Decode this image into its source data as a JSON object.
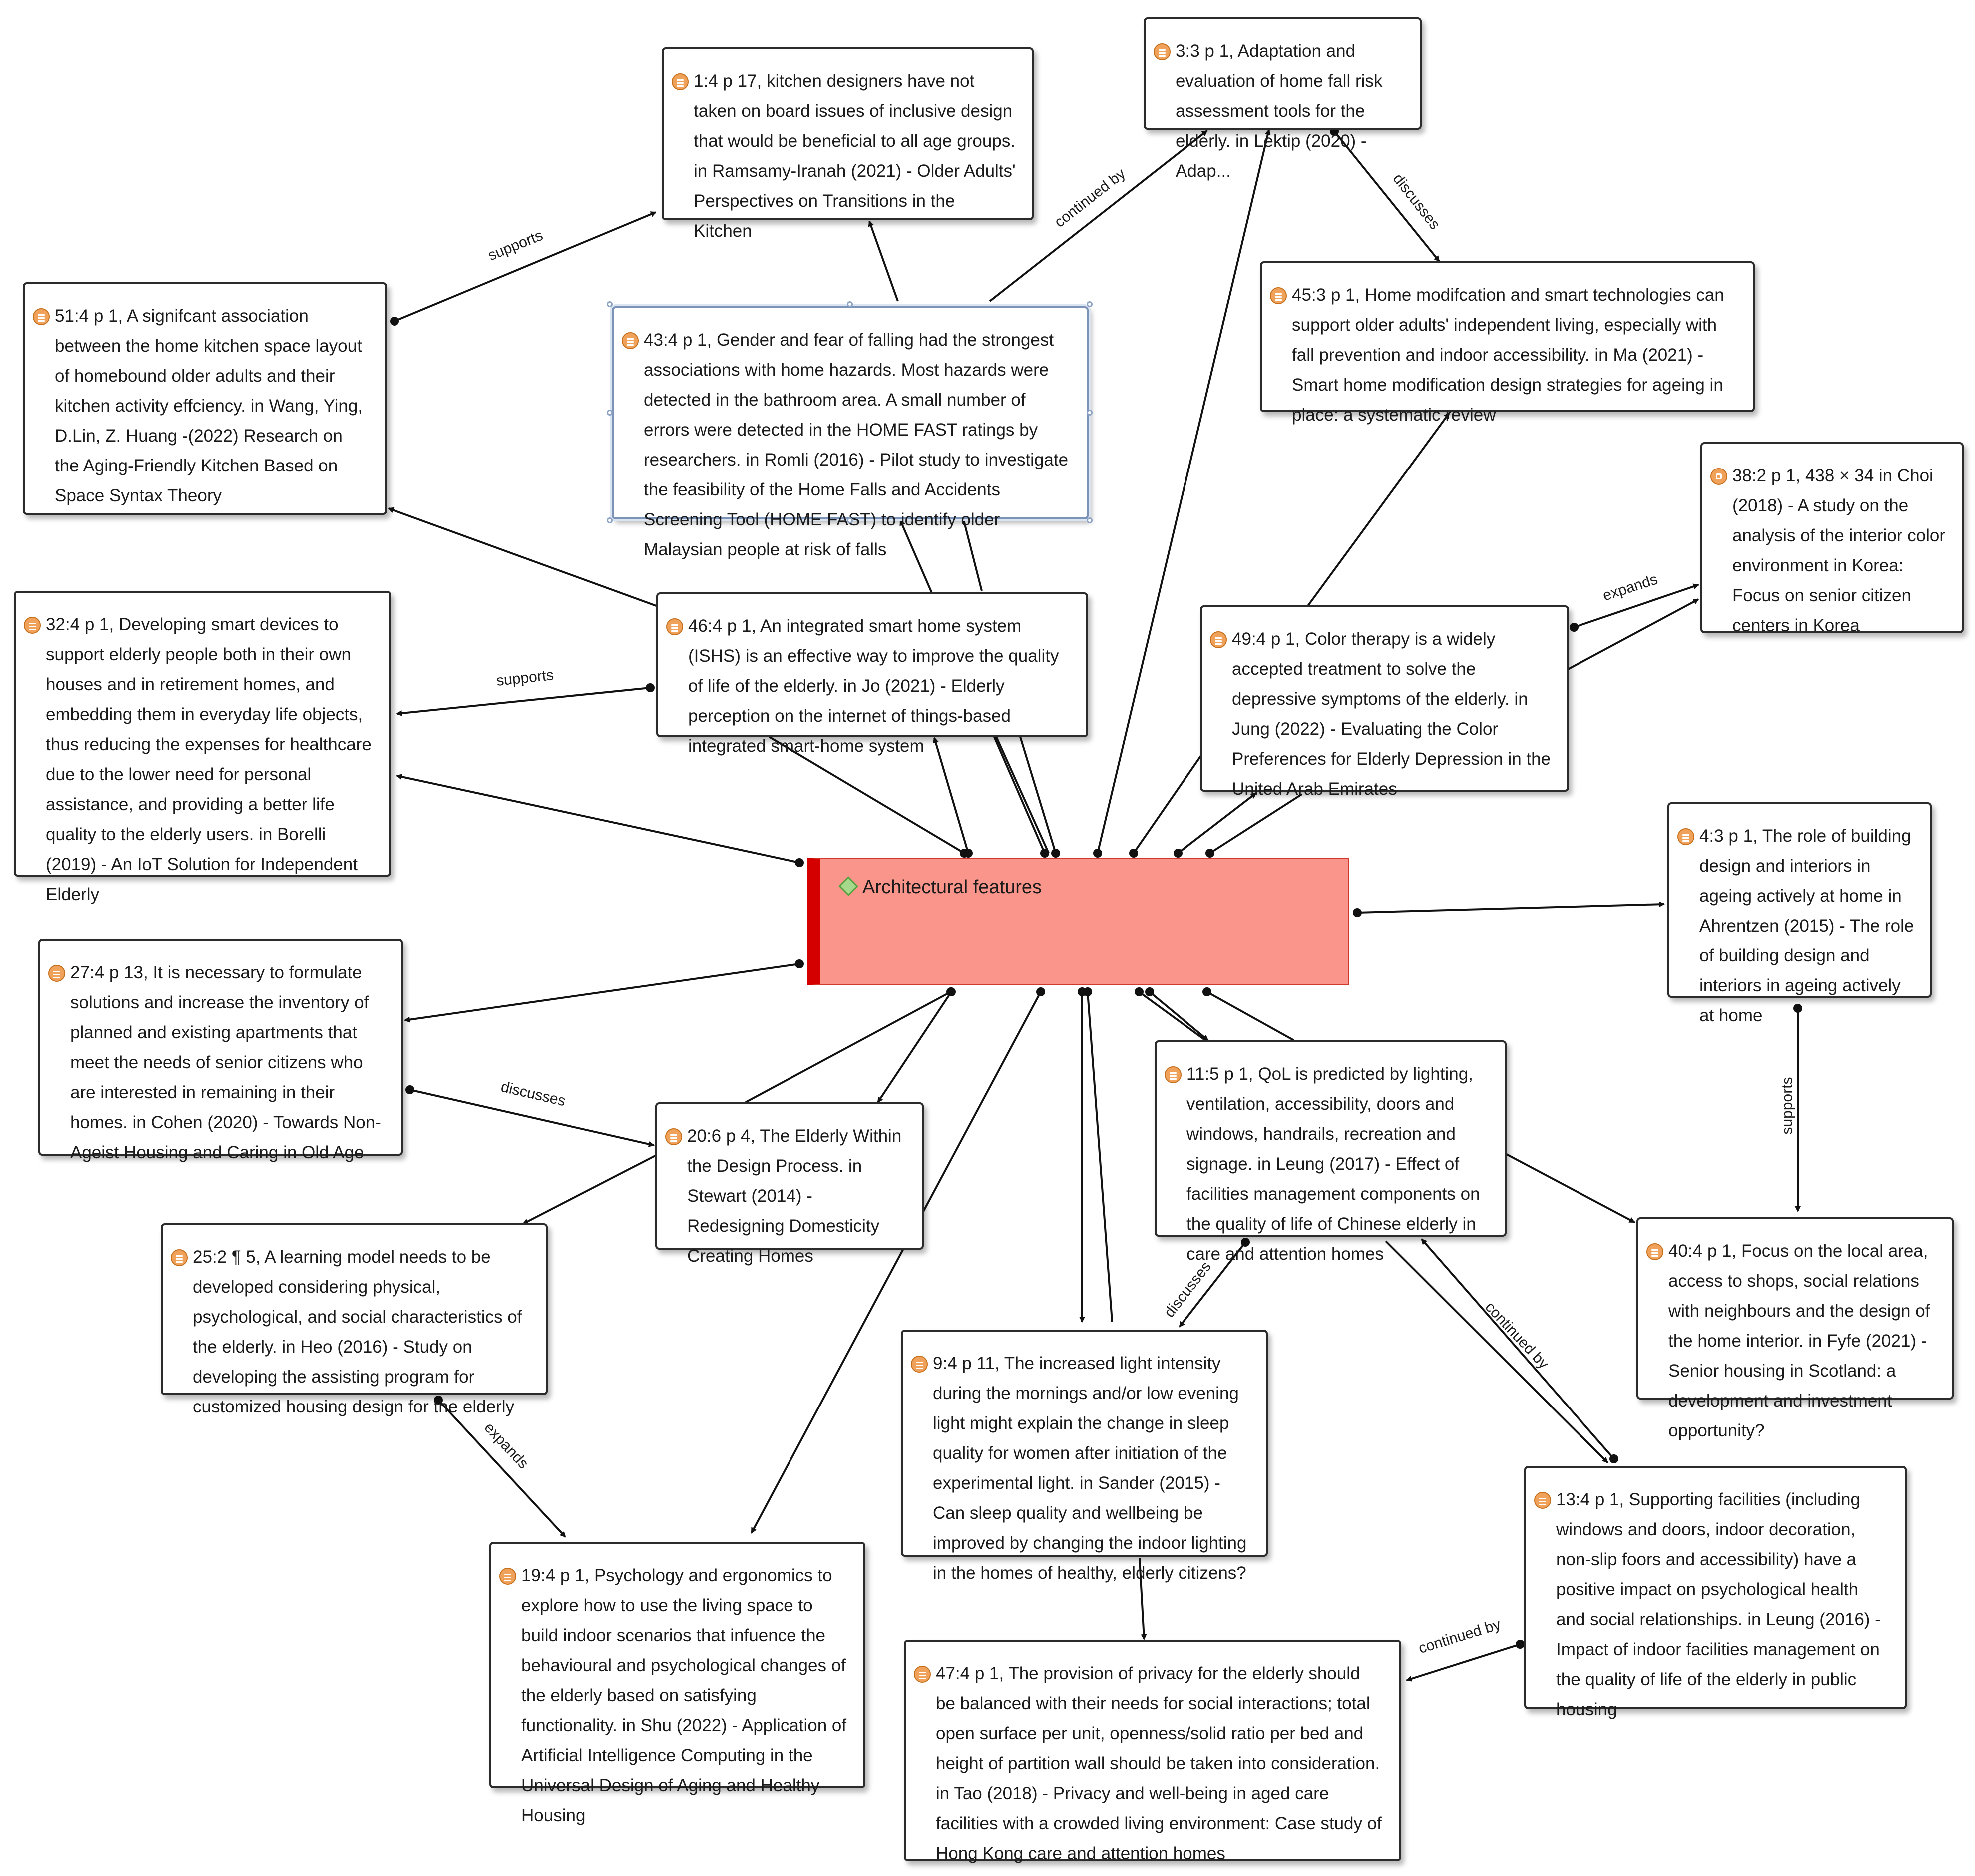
{
  "central": {
    "label": "Architectural features"
  },
  "nodes": {
    "n1_4": "1:4 p 17, kitchen designers have  not taken on board issues of inclusive design that would be beneficial to all  age groups. in Ramsamy-Iranah (2021) - Older Adults' Perspectives on Transitions in the Kitchen",
    "n3_3": "3:3 p 1, Adaptation and evaluation of home fall risk assessment tools for the elderly. in Lektip (2020) - Adap...",
    "n51_4": "51:4 p 1, A signifcant association between the home kitchen space layout of homebound older adults and their kitchen activity effciency. in Wang, Ying, D.Lin, Z. Huang -(2022) Research on the Aging-Friendly Kitchen Based on Space Syntax Theory",
    "n43_4": "43:4 p 1, Gender and fear of falling had the strongest associations with home hazards. Most hazards were  detected in the bathroom area. A small number of errors  were detected in the HOME FAST ratings by researchers. in Romli (2016) - Pilot study to investigate the feasibility of the Home Falls and Accidents Screening Tool (HOME FAST) to identify older Malaysian people at risk of falls",
    "n45_3": "45:3 p 1, Home modifcation and smart technologies can support older adults' independent living, especially with fall prevention and indoor accessibility. in Ma (2021) - Smart home modification design strategies for ageing in place: a systematic review",
    "n38_2": "38:2 p 1, 438 × 34 in Choi (2018) - A study on the analysis of the interior color environment in Korea: Focus on senior citizen centers in Korea",
    "n32_4": "32:4 p 1, Developing smart devices to support elderly people both in their own houses  and in retirement homes, and embedding them in everyday life objects, thus reducing the expenses for healthcare due to the lower need for personal assistance, and providing a better life quality to the elderly users. in Borelli (2019) - An IoT Solution for Independent Elderly",
    "n46_4": "46:4 p 1, An integrated smart home system (ISHS) is an effective way to improve the quality  of life of the elderly. in Jo (2021) - Elderly perception on the internet of things-based integrated smart-home system",
    "n49_4": "49:4 p 1, Color therapy is a widely accepted treatment to solve the depressive symptoms of the elderly. in Jung (2022) - Evaluating the Color Preferences for Elderly Depression in the United Arab Emirates",
    "n4_3": "4:3 p 1, The role of building design and interiors in ageing  actively at home in Ahrentzen (2015) - The role of building design and interiors in ageing actively at home",
    "n27_4": "27:4 p 13, It is necessary to formulate solutions and increase the inventory of planned and existing apartments that meet the needs of senior citizens who are interested in remaining in their homes. in Cohen (2020) - Towards Non-Ageist Housing and Caring in Old Age",
    "n20_6": "20:6 p 4, The Elderly Within the Design Process. in Stewart (2014) - Redesigning Domesticity Creating Homes",
    "n11_5": "11:5 p 1, QoL is predicted by lighting, ventilation, accessibility, doors and windows, handrails, recreation  and signage. in Leung (2017) - Effect of facilities management components on the quality of life of Chinese elderly in care and attention homes",
    "n40_4": "40:4 p 1, Focus on the local area, access to shops, social relations with neighbours and the design of the home interior. in Fyfe (2021) - Senior housing in Scotland: a development and investment opportunity?",
    "n25_2": "25:2 ¶ 5, A learning model needs to be developed considering physical, psychological, and social characteristics of the elderly. in Heo (2016) - Study on developing the assisting program for customized housing design for the elderly",
    "n9_4": "9:4 p 11, The increased light intensity during the mornings and/or low  evening light might explain the change in sleep quality for women after initiation of the experimental light. in Sander (2015) - Can sleep quality and wellbeing be improved by changing the indoor lighting in the homes of healthy, elderly citizens?",
    "n19_4": "19:4 p 1, Psychology and ergonomics to explore how to use the living space to build indoor scenarios that infuence the behavioural and psychological changes of the elderly based on satisfying functionality. in Shu (2022) - Application of Artificial Intelligence Computing in the Universal Design of Aging and Healthy Housing",
    "n13_4": "13:4 p 1, Supporting facilities (including windows and doors, indoor decoration,  non-slip foors and accessibility) have a positive impact on psychological health and social  relationships. in Leung (2016) - Impact of indoor facilities management on the quality of life of the elderly in public housing",
    "n47_4": "47:4 p 1, The provision of privacy for the elderly should be  balanced with their needs for social interactions; total open surface per unit, openness/solid ratio per  bed and height of partition wall should be taken into consideration. in Tao (2018) - Privacy and well-being in aged care facilities with a crowded living environment: Case study of Hong Kong care and attention homes"
  },
  "edge_labels": {
    "supports_1": "supports",
    "continued_by_1": "continued by",
    "discusses_1": "discusses",
    "supports_2": "supports",
    "expands_1": "expands",
    "supports_3": "supports",
    "discusses_2": "discusses",
    "discusses_3": "discusses",
    "continued_by_2": "continued by",
    "expands_2": "expands",
    "continued_by_3": "continued by"
  }
}
